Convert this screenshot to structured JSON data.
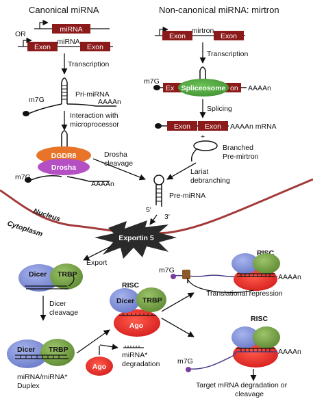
{
  "titles": {
    "canonical": "Canonical miRNA",
    "noncanonical": "Non-canonical miRNA: mirtron"
  },
  "canonical": {
    "or": "OR",
    "mirna_box": "miRNA",
    "mirna_label": "miRNA",
    "exon_left": "Exon",
    "exon_right": "Exon",
    "transcription": "Transcription",
    "m7g": "m7G",
    "pri_mirna": "Pri-miRNA",
    "polya": "AAAAn",
    "interaction_1": "Interaction with",
    "interaction_2": "microprocessor",
    "dgdr8": "DGDR8",
    "drosha": "Drosha",
    "drosha_cleavage_1": "Drosha",
    "drosha_cleavage_2": "cleavage",
    "m7g_2": "m7G",
    "polya_2": "AAAAn"
  },
  "mirtron": {
    "exon_left": "Exon",
    "mirtron_label": "mirtron",
    "exon_right": "Exon",
    "transcription": "Transcription",
    "m7g": "m7G",
    "ex_frag": "Ex",
    "spliceosome": "Spliceosome",
    "on_frag": "on",
    "polya": "AAAAn",
    "splicing": "Splicing",
    "exon_a": "Exon",
    "exon_b": "Exon",
    "mrna": "AAAAn mRNA",
    "plus": "+",
    "branched_1": "Branched",
    "branched_2": "Pre-mirtron",
    "lariat_1": "Lariat",
    "lariat_2": "debranching"
  },
  "center": {
    "pre_mirna": "Pre-miRNA",
    "five_prime": "5'",
    "three_prime": "3'",
    "nucleus": "Nucleus",
    "cytoplasm": "Cytoplasm",
    "exportin": "Exportin 5",
    "export": "Export"
  },
  "lower": {
    "dicer_1": "Dicer",
    "trbp_1": "TRBP",
    "dicer_cleavage_1": "Dicer",
    "dicer_cleavage_2": "cleavage",
    "dicer_2": "Dicer",
    "trbp_2": "TRBP",
    "duplex_1": "miRNA/miRNA*",
    "duplex_2": "Duplex",
    "ago_free": "Ago",
    "deg_1": "miRNA*",
    "deg_2": "degradation",
    "risc_center": "RISC",
    "dicer_3": "Dicer",
    "trbp_3": "TRBP",
    "ago_center": "Ago",
    "risc_top": "RISC",
    "m7g_top": "m7G",
    "polya_top": "AAAAn",
    "translational": "Translational repression",
    "risc_bottom": "RISC",
    "m7g_bottom": "m7G",
    "polya_bottom": "AAAAn",
    "target_1": "Target mRNA degradation or",
    "target_2": "cleavage"
  },
  "colors": {
    "exon": "#8b1a1a",
    "spliceosome": "#4a9e3c",
    "dgdr8": "#e8742a",
    "drosha": "#b44fc4",
    "dicer": "#7f8fd6",
    "trbp": "#79a447",
    "ago": "#e02a2a",
    "boundary": "#a33a3a",
    "exportin": "#2a2a2a"
  }
}
